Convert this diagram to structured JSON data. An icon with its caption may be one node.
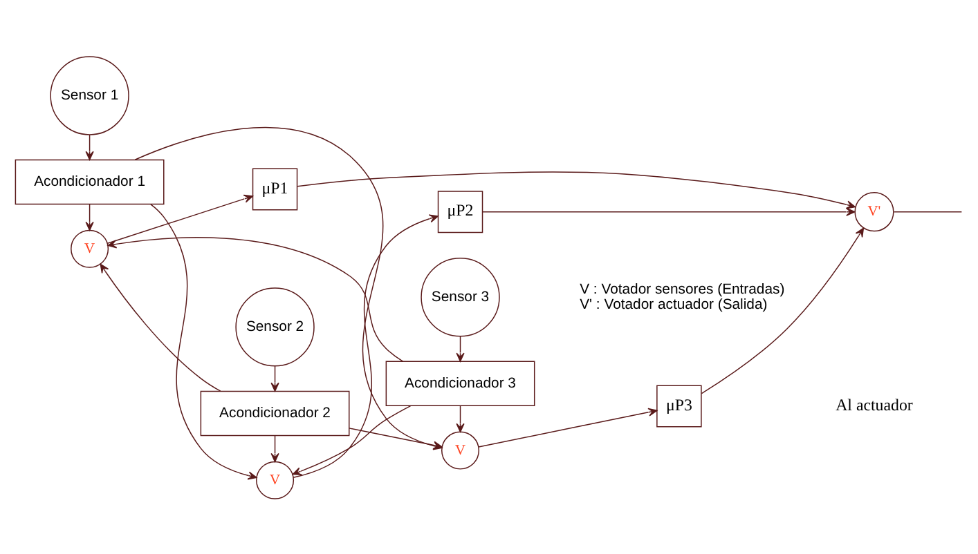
{
  "diagram": {
    "nodes": [
      {
        "text": [
          "Sensor 1"
        ]
      },
      {
        "text": [
          "Sensor 2"
        ]
      },
      {
        "text": [
          "Sensor 3"
        ]
      },
      {
        "text": [
          "Acondicionador 1"
        ]
      },
      {
        "text": [
          "Acondicionador 2"
        ]
      },
      {
        "text": [
          "Acondicionador 3"
        ]
      },
      {
        "text": [
          "V"
        ]
      },
      {
        "text": [
          "V"
        ]
      },
      {
        "text": [
          "V"
        ]
      },
      {
        "text": [
          "μP1"
        ]
      },
      {
        "text": [
          "μP2"
        ]
      },
      {
        "text": [
          "μP3"
        ]
      },
      {
        "text": [
          "V'"
        ]
      }
    ],
    "edges": [
      {
        "from": 0,
        "to": 3,
        "arrow": "to"
      },
      {
        "from": 1,
        "to": 4,
        "arrow": "to"
      },
      {
        "from": 2,
        "to": 5,
        "arrow": "to"
      },
      {
        "from": 3,
        "to": 6,
        "arrow": "to"
      },
      {
        "from": 3,
        "to": 7,
        "arrow": "to"
      },
      {
        "from": 3,
        "to": 8,
        "arrow": "to"
      },
      {
        "from": 4,
        "to": 6,
        "arrow": "to"
      },
      {
        "from": 4,
        "to": 7,
        "arrow": "to"
      },
      {
        "from": 4,
        "to": 8,
        "arrow": "to"
      },
      {
        "from": 5,
        "to": 6,
        "arrow": "to"
      },
      {
        "from": 5,
        "to": 7,
        "arrow": "to"
      },
      {
        "from": 5,
        "to": 8,
        "arrow": "to"
      },
      {
        "from": 6,
        "to": 9,
        "arrow": "to"
      },
      {
        "from": 7,
        "to": 10,
        "arrow": "to"
      },
      {
        "from": 8,
        "to": 11,
        "arrow": "to"
      },
      {
        "from": 9,
        "to": 12,
        "arrow": "to"
      },
      {
        "from": 10,
        "to": 12,
        "arrow": "to"
      },
      {
        "from": 11,
        "to": 12,
        "arrow": "to"
      },
      {
        "from": 12,
        "to": null,
        "arrow": "none"
      }
    ],
    "labels": [
      "Al actuador",
      "V : Votador sensores (Entradas)",
      "V' : Votador actuador (Salida)"
    ]
  }
}
